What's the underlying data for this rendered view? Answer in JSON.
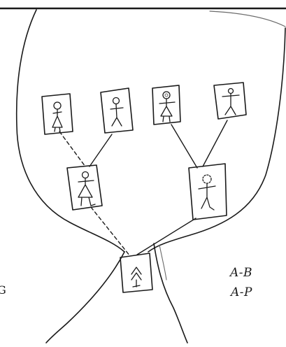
{
  "notes": [
    "A-B",
    "A-P"
  ],
  "edge_letters": {
    "left_cut": "G"
  },
  "figures": {
    "top_row": [
      "woman",
      "man",
      "woman",
      "man"
    ],
    "middle_row": [
      "woman",
      "man"
    ],
    "bottom": [
      "child"
    ]
  },
  "ink_color": "#1a1a1a"
}
